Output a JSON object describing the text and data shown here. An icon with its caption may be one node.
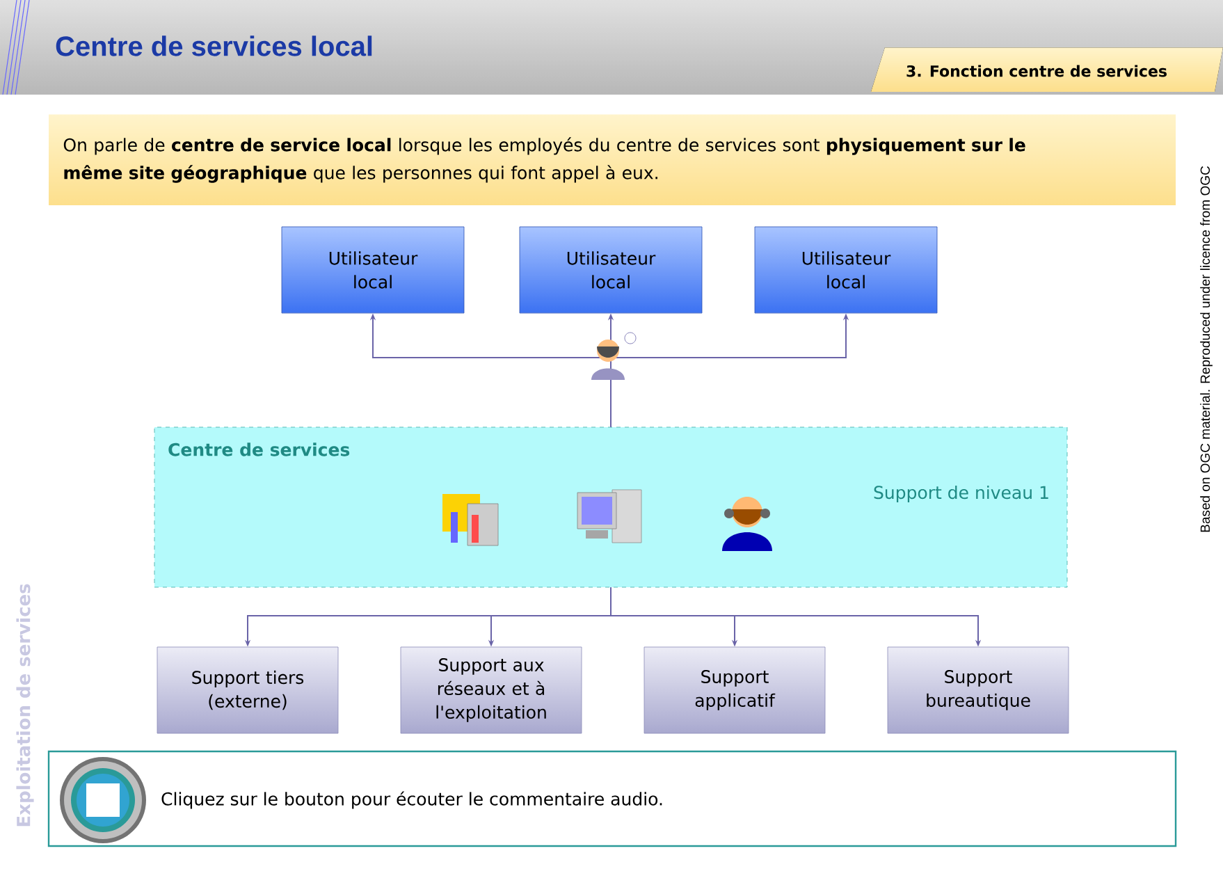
{
  "diagram": {
    "title": "Centre de services local",
    "nodes": [
      {
        "text": [
          "3. Fonction centre de services"
        ]
      },
      {
        "text": [
          "On parle de **centre de service local** lorsque les employés du centre de services sont **physiquement sur le même site géographique** que les personnes qui font appel à eux."
        ]
      },
      {
        "text": [
          "Utilisateur local"
        ]
      },
      {
        "text": [
          "Utilisateur local"
        ]
      },
      {
        "text": [
          "Utilisateur local"
        ]
      },
      {
        "text": [
          "Centre de services",
          "Support de niveau 1"
        ]
      },
      {
        "text": [
          "Support tiers (externe)"
        ]
      },
      {
        "text": [
          "Support aux réseaux et à l'exploitation"
        ]
      },
      {
        "text": [
          "Support applicatif"
        ]
      },
      {
        "text": [
          "Support bureautique"
        ]
      },
      {
        "text": [
          "Cliquez sur le bouton pour écouter le commentaire audio."
        ]
      }
    ],
    "edges": [
      {
        "from": 5,
        "to": 2,
        "arrow": "to"
      },
      {
        "from": 5,
        "to": 3,
        "arrow": "to"
      },
      {
        "from": 5,
        "to": 4,
        "arrow": "to"
      },
      {
        "from": 5,
        "to": 6,
        "arrow": "to"
      },
      {
        "from": 5,
        "to": 7,
        "arrow": "to"
      },
      {
        "from": 5,
        "to": 8,
        "arrow": "to"
      },
      {
        "from": 5,
        "to": 9,
        "arrow": "to"
      }
    ],
    "labels": [
      "Based on OGC material. Reproduced under licence from OGC",
      "Exploitation de services"
    ]
  }
}
